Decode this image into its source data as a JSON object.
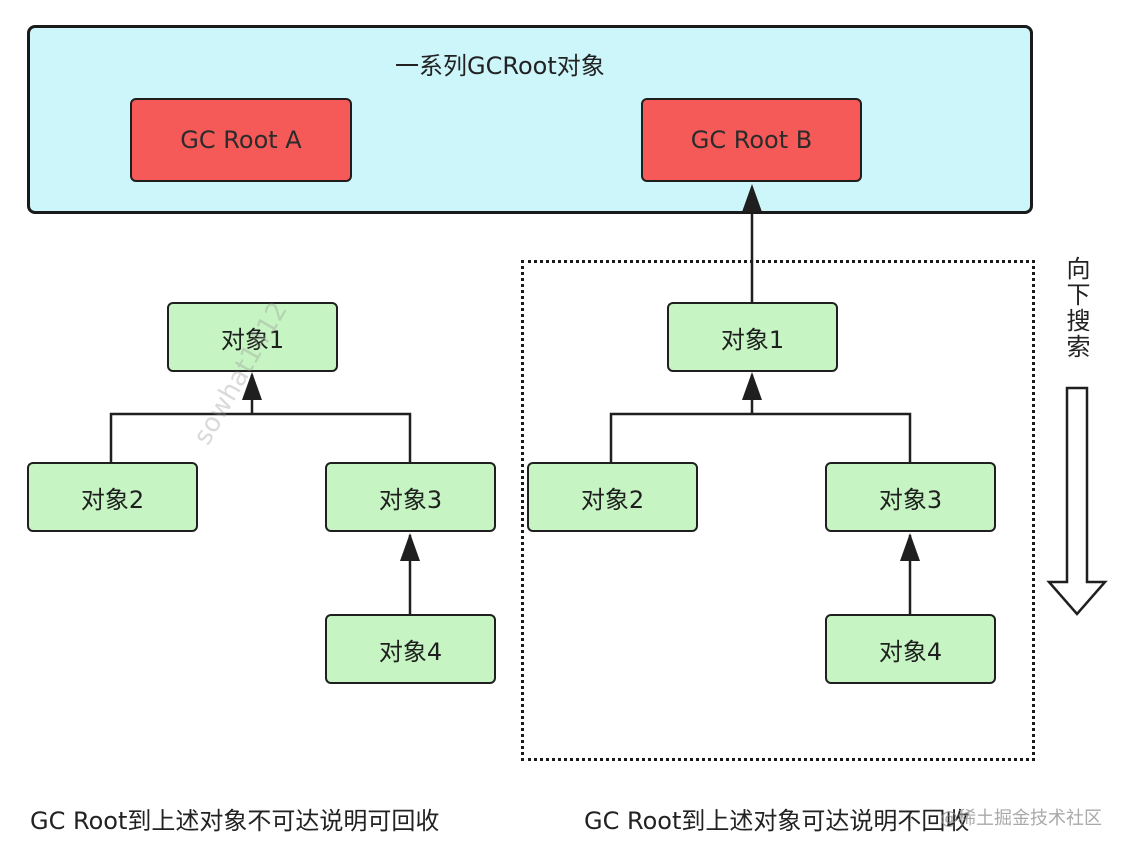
{
  "panel": {
    "title": "一系列GCRoot对象",
    "roots": [
      "GC Root A",
      "GC Root B"
    ]
  },
  "left_tree": {
    "nodes": [
      "对象1",
      "对象2",
      "对象3",
      "对象4"
    ],
    "caption": "GC Root到上述对象不可达说明可回收"
  },
  "right_tree": {
    "nodes": [
      "对象1",
      "对象2",
      "对象3",
      "对象4"
    ],
    "caption": "GC Root到上述对象可达说明不回收"
  },
  "search_direction": {
    "label": "向下搜索"
  },
  "watermarks": {
    "diagonal": "sowhat1412",
    "corner": "@稀土掘金技术社区"
  },
  "colors": {
    "panel_bg": "#ccf6fa",
    "root_fill": "#f65a58",
    "object_fill": "#c6f5c3",
    "stroke": "#1f1f1f"
  }
}
